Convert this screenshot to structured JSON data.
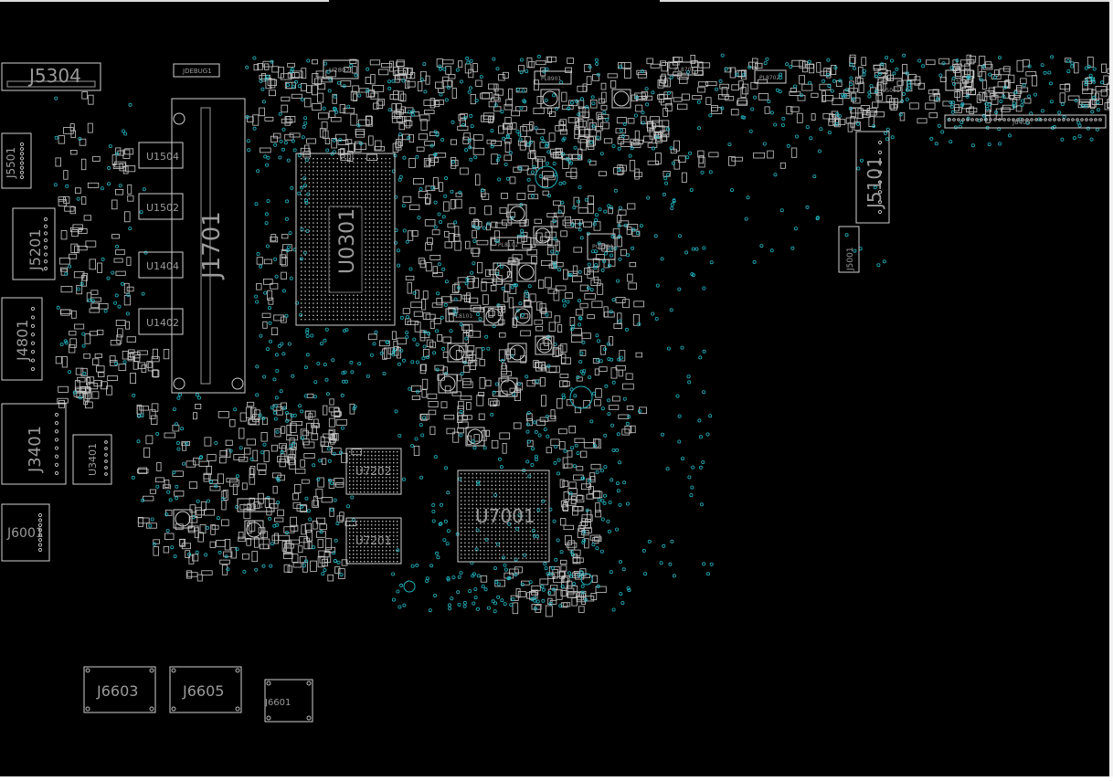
{
  "viewer": {
    "background_color": "#000000",
    "outline_color": "#cfcfcf",
    "via_color": "#1fb4c0"
  },
  "components": [
    {
      "ref": "J5304",
      "name": "connector-j5304"
    },
    {
      "ref": "JDEBUG1",
      "name": "connector-jdebug1"
    },
    {
      "ref": "U2802",
      "name": "chip-u2802"
    },
    {
      "ref": "J5501",
      "name": "connector-j5501"
    },
    {
      "ref": "U1504",
      "name": "chip-u1504"
    },
    {
      "ref": "U1502",
      "name": "chip-u1502"
    },
    {
      "ref": "U1404",
      "name": "chip-u1404"
    },
    {
      "ref": "U1402",
      "name": "chip-u1402"
    },
    {
      "ref": "J1701",
      "name": "connector-j1701"
    },
    {
      "ref": "J5201",
      "name": "connector-j5201"
    },
    {
      "ref": "J4801",
      "name": "connector-j4801"
    },
    {
      "ref": "U0301",
      "name": "chip-u0301"
    },
    {
      "ref": "J3401",
      "name": "connector-j3401"
    },
    {
      "ref": "U3401",
      "name": "chip-u3401"
    },
    {
      "ref": "J6001",
      "name": "connector-j6001"
    },
    {
      "ref": "U7202",
      "name": "chip-u7202"
    },
    {
      "ref": "U7201",
      "name": "chip-u7201"
    },
    {
      "ref": "U7001",
      "name": "chip-u7001"
    },
    {
      "ref": "J5101",
      "name": "connector-j5101"
    },
    {
      "ref": "J5001",
      "name": "connector-j5001"
    },
    {
      "ref": "J6403",
      "name": "connector-j6403"
    },
    {
      "ref": "U5001",
      "name": "chip-u5001"
    },
    {
      "ref": "U3701",
      "name": "chip-u3701"
    },
    {
      "ref": "PL8701",
      "name": "inductor-pl8701"
    },
    {
      "ref": "PL8702",
      "name": "inductor-pl8702"
    },
    {
      "ref": "PL8901",
      "name": "inductor-pl8901"
    },
    {
      "ref": "PL8102",
      "name": "inductor-pl8102"
    },
    {
      "ref": "PL8101",
      "name": "inductor-pl8101"
    },
    {
      "ref": "PU8301",
      "name": "chip-pu8301"
    },
    {
      "ref": "PL9301",
      "name": "inductor-pl9301"
    },
    {
      "ref": "J6603",
      "name": "connector-j6603"
    },
    {
      "ref": "J6605",
      "name": "connector-j6605"
    },
    {
      "ref": "J6601",
      "name": "connector-j6601"
    }
  ]
}
